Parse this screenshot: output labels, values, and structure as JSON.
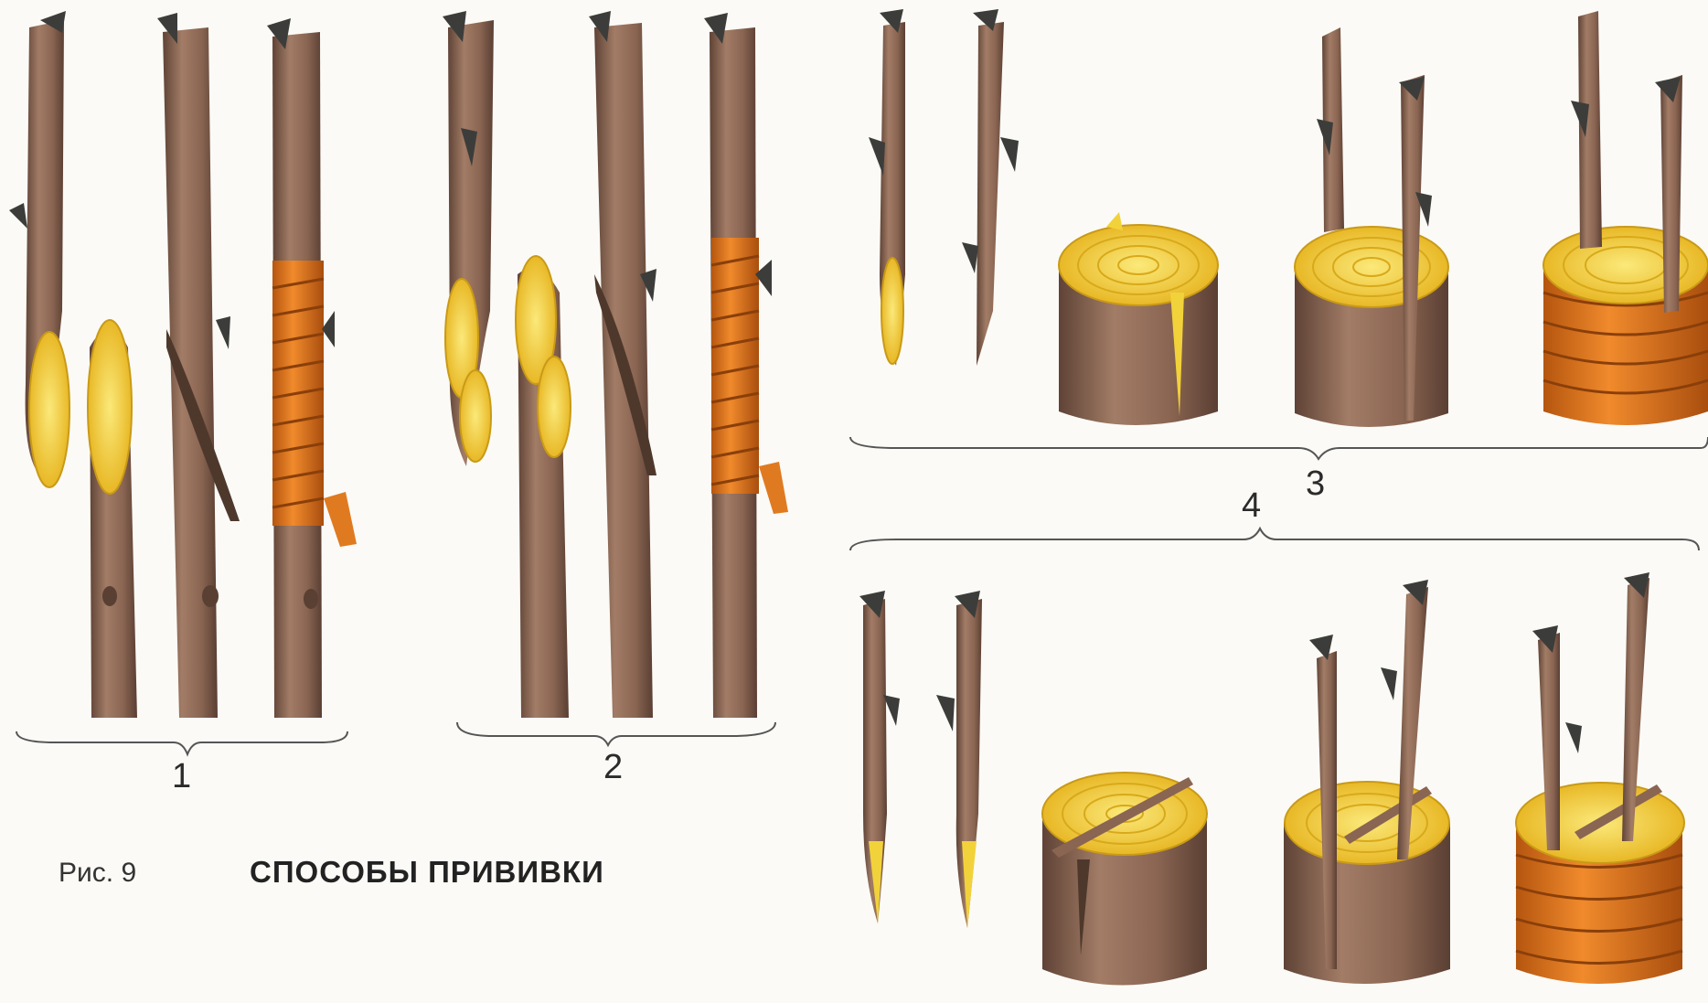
{
  "caption": {
    "figure_label": "Рис. 9",
    "title": "СПОСОБЫ ПРИВИВКИ"
  },
  "groups": [
    {
      "id": "g1",
      "label": "1"
    },
    {
      "id": "g2",
      "label": "2"
    },
    {
      "id": "g3",
      "label": "3"
    },
    {
      "id": "g4",
      "label": "4"
    }
  ],
  "colors": {
    "bark": "#8a6552",
    "bark_dark": "#5f4336",
    "wood": "#f2d23a",
    "wood_ring": "#d8a91a",
    "binding": "#e07a20",
    "binding_dark": "#b5560f",
    "bud": "#3c3d3a"
  }
}
